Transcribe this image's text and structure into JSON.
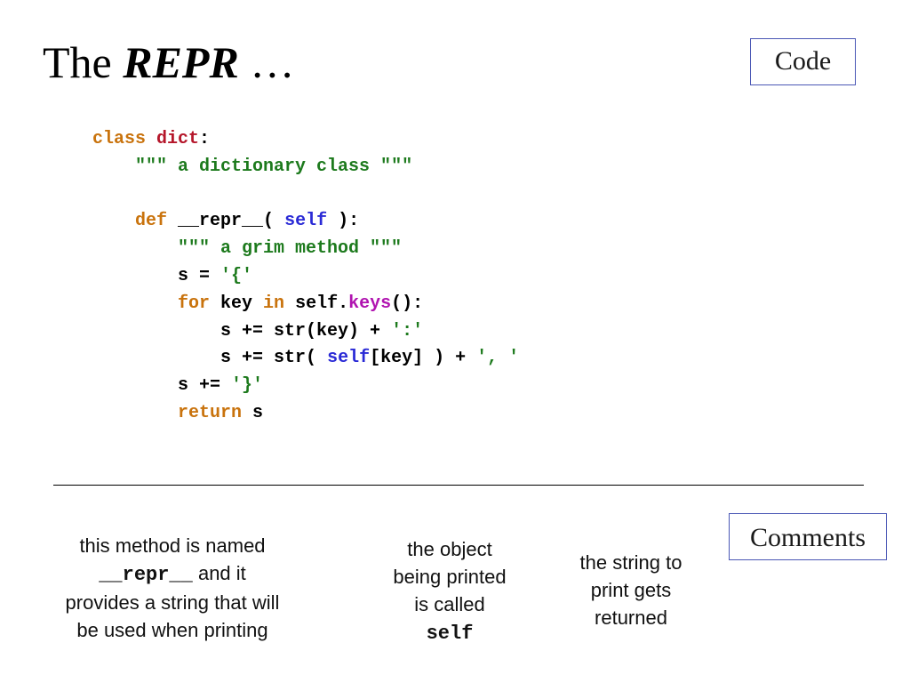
{
  "slide": {
    "title_prefix": "The",
    "title_emphasis": "REPR",
    "title_suffix": "…",
    "code_label": "Code",
    "comments_label": "Comments"
  },
  "code": {
    "l1": {
      "kw1": "class",
      "sp1": " ",
      "name": "dict",
      "rest": ":"
    },
    "l2": {
      "indent": "    ",
      "str": "\"\"\" a dictionary class \"\"\""
    },
    "l4": {
      "indent": "    ",
      "kw": "def",
      "mid": " __repr__( ",
      "self": "self",
      "end": " ):"
    },
    "l5": {
      "indent": "        ",
      "str": "\"\"\" a grim method \"\"\""
    },
    "l6": {
      "indent": "        ",
      "pre": "s = ",
      "str": "'{'"
    },
    "l7": {
      "indent": "        ",
      "kw1": "for",
      "mid1": " key ",
      "kw2": "in",
      "mid2": " self.",
      "meth": "keys",
      "end": "():"
    },
    "l8": {
      "indent": "            ",
      "pre": "s += str(key) + ",
      "str": "':'"
    },
    "l9": {
      "indent": "            ",
      "pre": "s += str( ",
      "self": "self",
      "mid": "[key] ) + ",
      "str": "', '"
    },
    "l10": {
      "indent": "        ",
      "pre": "s += ",
      "str": "'}'"
    },
    "l11": {
      "indent": "        ",
      "kw": "return",
      "rest": " s"
    }
  },
  "comments": {
    "c1": {
      "line1": "this method is named",
      "mono": "__repr__",
      "line2_rest": " and it",
      "line3": "provides a string that will",
      "line4": "be used when printing"
    },
    "c2": {
      "line1": "the object",
      "line2": "being printed",
      "line3": "is called",
      "mono": "self"
    },
    "c3": {
      "line1": "the string to",
      "line2": "print gets",
      "line3": "returned"
    }
  },
  "colors": {
    "keyword": "#c9730d",
    "class_name": "#b5162a",
    "string": "#1d7a1d",
    "self": "#2a2ad6",
    "method": "#b014b0",
    "box_border": "#4a57b5"
  }
}
